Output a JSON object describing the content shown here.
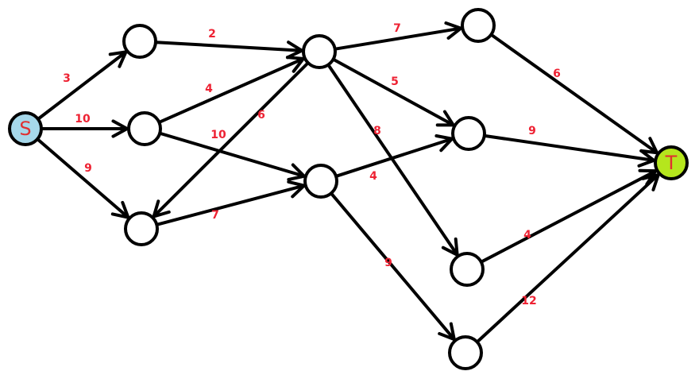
{
  "colors": {
    "edge": "#000000",
    "weight_text": "#ee2233",
    "node_default": "#ffffff",
    "source_fill": "#a6d8ea",
    "sink_fill": "#b5e61d",
    "node_label_text": "#e03030"
  },
  "nodes": [
    {
      "id": "S",
      "label": "S",
      "fill": "#a6d8ea"
    },
    {
      "id": "A",
      "label": "",
      "fill": "#ffffff"
    },
    {
      "id": "B",
      "label": "",
      "fill": "#ffffff"
    },
    {
      "id": "C",
      "label": "",
      "fill": "#ffffff"
    },
    {
      "id": "D",
      "label": "",
      "fill": "#ffffff"
    },
    {
      "id": "E",
      "label": "",
      "fill": "#ffffff"
    },
    {
      "id": "F",
      "label": "",
      "fill": "#ffffff"
    },
    {
      "id": "G",
      "label": "",
      "fill": "#ffffff"
    },
    {
      "id": "H",
      "label": "",
      "fill": "#ffffff"
    },
    {
      "id": "I",
      "label": "",
      "fill": "#ffffff"
    },
    {
      "id": "T",
      "label": "T",
      "fill": "#b5e61d"
    }
  ],
  "edges": [
    {
      "from": "S",
      "to": "A",
      "weight": "3"
    },
    {
      "from": "S",
      "to": "B",
      "weight": "10"
    },
    {
      "from": "S",
      "to": "C",
      "weight": "9"
    },
    {
      "from": "A",
      "to": "D",
      "weight": "2"
    },
    {
      "from": "B",
      "to": "D",
      "weight": "4"
    },
    {
      "from": "B",
      "to": "E",
      "weight": "10"
    },
    {
      "from": "D",
      "to": "C",
      "weight": "6"
    },
    {
      "from": "C",
      "to": "E",
      "weight": "7"
    },
    {
      "from": "D",
      "to": "F",
      "weight": "7"
    },
    {
      "from": "D",
      "to": "G",
      "weight": "5"
    },
    {
      "from": "D",
      "to": "H",
      "weight": "8"
    },
    {
      "from": "E",
      "to": "G",
      "weight": "4"
    },
    {
      "from": "E",
      "to": "I",
      "weight": "9"
    },
    {
      "from": "F",
      "to": "T",
      "weight": "6"
    },
    {
      "from": "G",
      "to": "T",
      "weight": "9"
    },
    {
      "from": "H",
      "to": "T",
      "weight": "4"
    },
    {
      "from": "I",
      "to": "T",
      "weight": "12"
    }
  ]
}
